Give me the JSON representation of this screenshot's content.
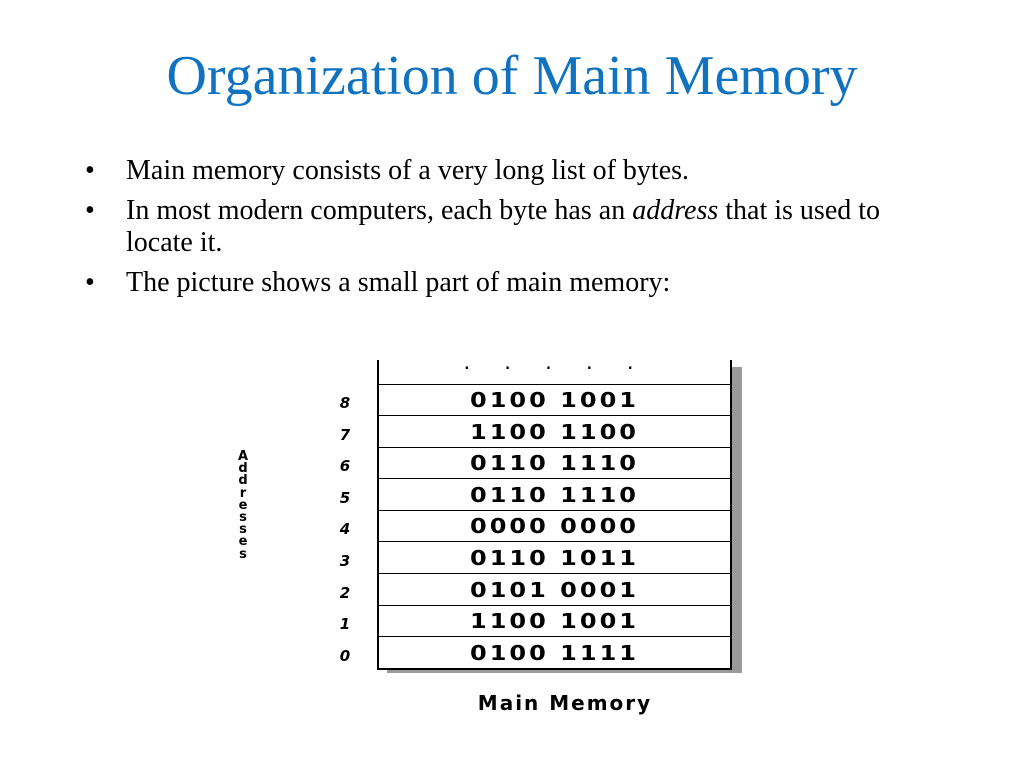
{
  "slide": {
    "title": "Organization of Main Memory",
    "bullets": [
      {
        "pre": "Main memory consists of a very long list of bytes.",
        "em": "",
        "post": ""
      },
      {
        "pre": "In most modern computers, each byte has an ",
        "em": "address",
        "post": " that is used to locate it."
      },
      {
        "pre": "The picture shows a small part of main memory:",
        "em": "",
        "post": ""
      }
    ],
    "bullet_char": "•"
  },
  "diagram": {
    "dots": ". . . . .",
    "side_label": "Addresses",
    "caption": "Main Memory",
    "rows": [
      {
        "address": "8",
        "bits": "0100 1001"
      },
      {
        "address": "7",
        "bits": "1100 1100"
      },
      {
        "address": "6",
        "bits": "0110 1110"
      },
      {
        "address": "5",
        "bits": "0110 1110"
      },
      {
        "address": "4",
        "bits": "0000 0000"
      },
      {
        "address": "3",
        "bits": "0110 1011"
      },
      {
        "address": "2",
        "bits": "0101 0001"
      },
      {
        "address": "1",
        "bits": "1100 1001"
      },
      {
        "address": "0",
        "bits": "0100 1111"
      }
    ]
  },
  "colors": {
    "title": "#1173c0",
    "text": "#000000",
    "shadow": "#9a9a9a"
  }
}
